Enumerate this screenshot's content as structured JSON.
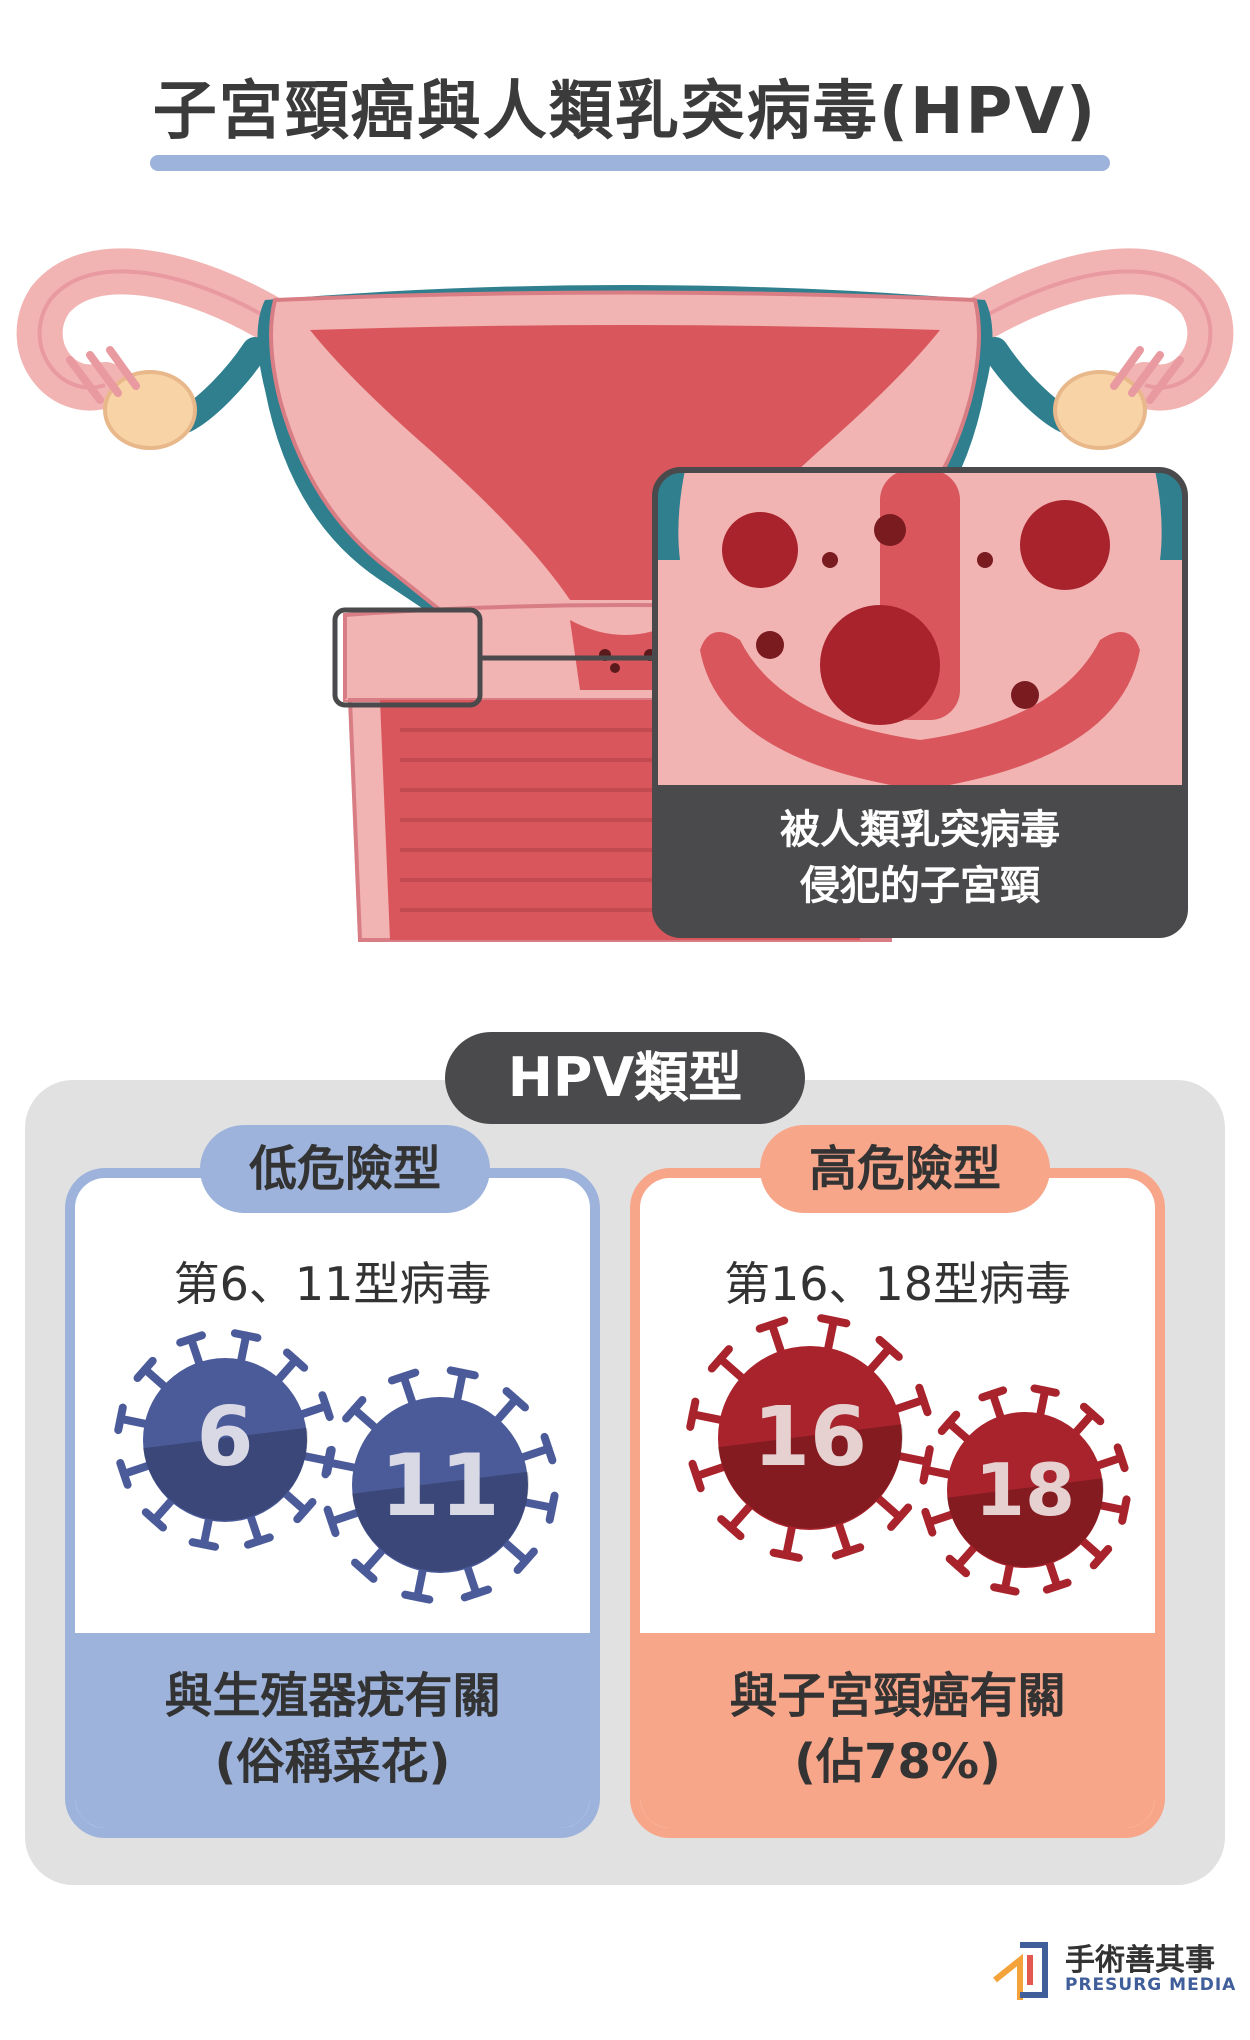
{
  "title": "子宮頸癌與人類乳突病毒(HPV)",
  "zoom_caption": [
    "被人類乳突病毒",
    "侵犯的子宮頸"
  ],
  "types": {
    "heading": "HPV類型",
    "low": {
      "label": "低危險型",
      "virus_line": "第6、11型病毒",
      "viruses": [
        "6",
        "11"
      ],
      "desc": [
        "與生殖器疣有關",
        "(俗稱菜花)"
      ],
      "color": "#4b5b9a"
    },
    "high": {
      "label": "高危險型",
      "virus_line": "第16、18型病毒",
      "viruses": [
        "16",
        "18"
      ],
      "desc": [
        "與子宮頸癌有關",
        "(佔78%)"
      ],
      "color": "#a8232b"
    }
  },
  "logo": {
    "name": "手術善其事",
    "name_en": "PRESURG MEDIA"
  },
  "colors": {
    "title_rule": "#9db3dc",
    "tissue_pink": "#f2b3b3",
    "uterus_red": "#d9575c",
    "tube_teal": "#2f7f8f",
    "caption_bg": "#4a4a4c",
    "panel_bg": "#e1e1e1",
    "low_accent": "#9db3dc",
    "high_accent": "#f8a68a"
  }
}
